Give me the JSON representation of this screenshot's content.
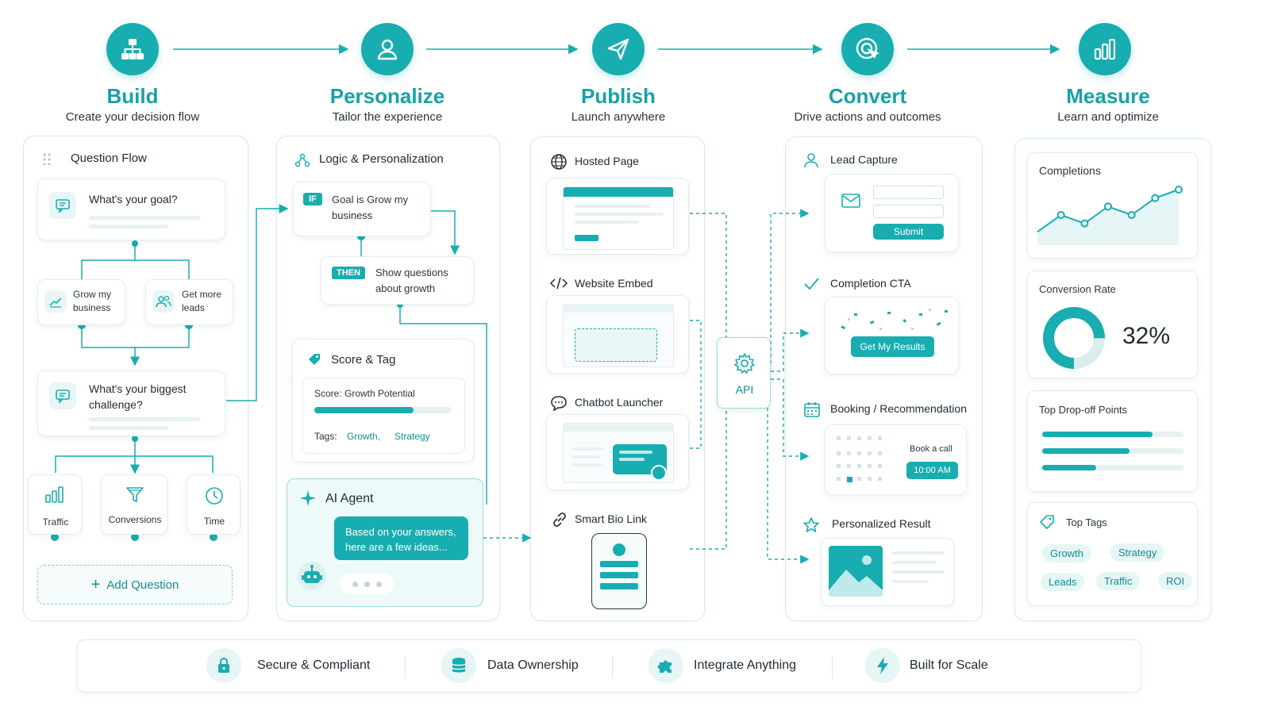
{
  "stages": [
    {
      "title": "Build",
      "subtitle": "Create your decision flow",
      "icon": "sitemap-icon"
    },
    {
      "title": "Personalize",
      "subtitle": "Tailor the experience",
      "icon": "user-icon"
    },
    {
      "title": "Publish",
      "subtitle": "Launch anywhere",
      "icon": "paper-plane-icon"
    },
    {
      "title": "Convert",
      "subtitle": "Drive actions and outcomes",
      "icon": "target-cursor-icon"
    },
    {
      "title": "Measure",
      "subtitle": "Learn and optimize",
      "icon": "bar-chart-icon"
    }
  ],
  "build": {
    "header": "Question Flow",
    "q1": "What's your goal?",
    "opt1": "Grow my business",
    "opt2": "Get more leads",
    "q2": "What's your biggest challenge?",
    "leaf1": "Traffic",
    "leaf2": "Conversions",
    "leaf3": "Time",
    "add": "Add Question"
  },
  "personalize": {
    "header": "Logic & Personalization",
    "if_tag": "IF",
    "if_text": "Goal is Grow my business",
    "then_tag": "THEN",
    "then_text": "Show questions about growth",
    "score_header": "Score & Tag",
    "score_label": "Score:",
    "score_value": "Growth Potential",
    "score_progress": 0.72,
    "tags_label": "Tags:",
    "tags": [
      "Growth,",
      "Strategy"
    ],
    "ai_header": "AI Agent",
    "ai_message": "Based on your answers, here are a few ideas..."
  },
  "publish": {
    "hosted": "Hosted Page",
    "embed": "Website Embed",
    "chatbot": "Chatbot Launcher",
    "bio": "Smart Bio Link"
  },
  "api": "API",
  "convert": {
    "lead": "Lead Capture",
    "submit": "Submit",
    "cta": "Completion CTA",
    "cta_button": "Get My Results",
    "booking": "Booking / Recommendation",
    "book_call": "Book a call",
    "book_time": "10:00 AM",
    "result": "Personalized Result"
  },
  "measure": {
    "completions": "Completions",
    "completions_series": [
      1,
      3,
      2,
      4,
      3,
      5,
      6
    ],
    "conversion": "Conversion Rate",
    "conversion_value": "32%",
    "conversion_fraction": 0.32,
    "dropoff": "Top Drop-off Points",
    "dropoff_values": [
      0.78,
      0.62,
      0.38
    ],
    "tags_header": "Top Tags",
    "tags": [
      "Growth",
      "Strategy",
      "Leads",
      "Traffic",
      "ROI"
    ]
  },
  "footer": [
    "Secure & Compliant",
    "Data Ownership",
    "Integrate Anything",
    "Built for Scale"
  ],
  "colors": {
    "accent": "#18adb0",
    "accent_light": "#e6f5f5",
    "border": "#d5eaec"
  }
}
